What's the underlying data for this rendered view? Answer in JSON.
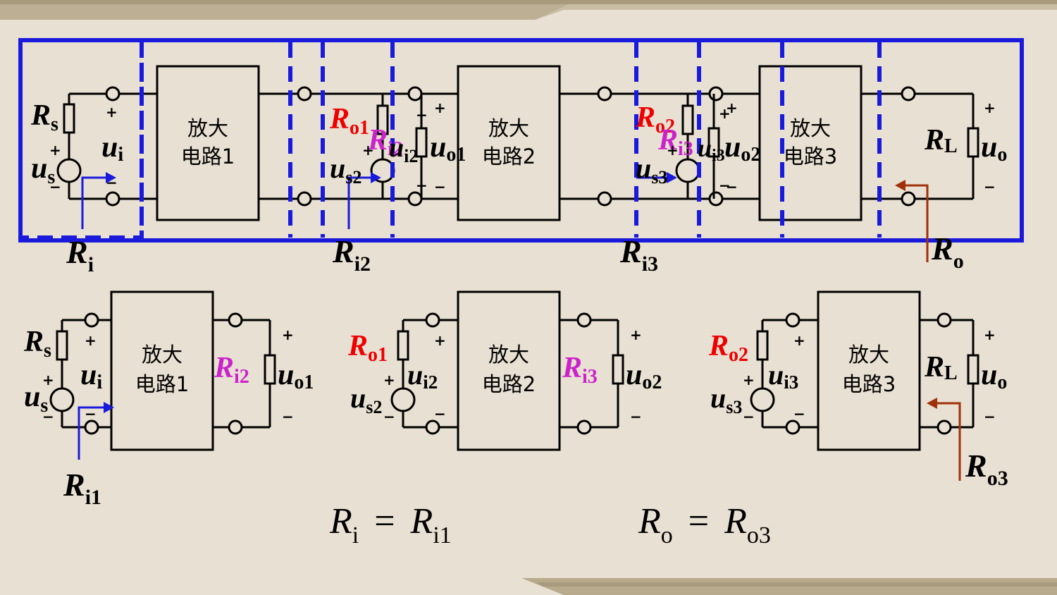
{
  "colors": {
    "background": "#e8e0d2",
    "frame_stripe": "#b8aa8c",
    "wire": "#000000",
    "dashed_box": "#1a1adc",
    "arrow_in": "#1a1adc",
    "arrow_out": "#a0300a",
    "label_red": "#ee0000",
    "label_magenta": "#cc22cc"
  },
  "amp_blocks": {
    "line1": "放大",
    "amp1_line2": "电路1",
    "amp2_line2": "电路2",
    "amp3_line2": "电路3"
  },
  "symbols": {
    "R": "R",
    "u": "u",
    "sub_s": "s",
    "sub_i": "i",
    "sub_o": "o",
    "sub_L": "L",
    "sub_i1": "i1",
    "sub_i2": "i2",
    "sub_i3": "i3",
    "sub_o1": "o1",
    "sub_o2": "o2",
    "sub_o3": "o3",
    "sub_s2": "s2",
    "sub_s3": "s3",
    "plus": "+",
    "minus": "−"
  },
  "equations": {
    "eq1_lhs": "R",
    "eq1_lhs_sub": "i",
    "eq1_eq": "=",
    "eq1_rhs": "R",
    "eq1_rhs_sub": "i1",
    "eq2_lhs": "R",
    "eq2_lhs_sub": "o",
    "eq2_eq": "=",
    "eq2_rhs": "R",
    "eq2_rhs_sub": "o3"
  }
}
